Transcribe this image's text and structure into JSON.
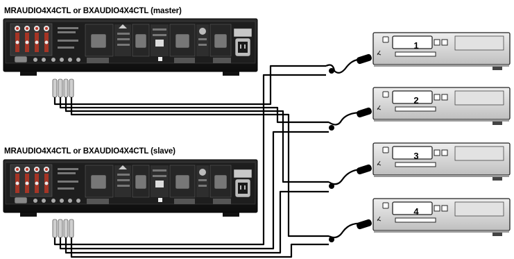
{
  "labels": {
    "master": "MRAUDIO4X4CTL or BXAUDIO4X4CTL (master)",
    "slave": "MRAUDIO4X4CTL or BXAUDIO4X4CTL (slave)"
  },
  "players": [
    {
      "number": "1"
    },
    {
      "number": "2"
    },
    {
      "number": "3"
    },
    {
      "number": "4"
    }
  ],
  "colors": {
    "chassis": "#1a1a1a",
    "player_body": "#d8d8d8",
    "cable": "#000000",
    "rca_red": "#c0392b"
  }
}
